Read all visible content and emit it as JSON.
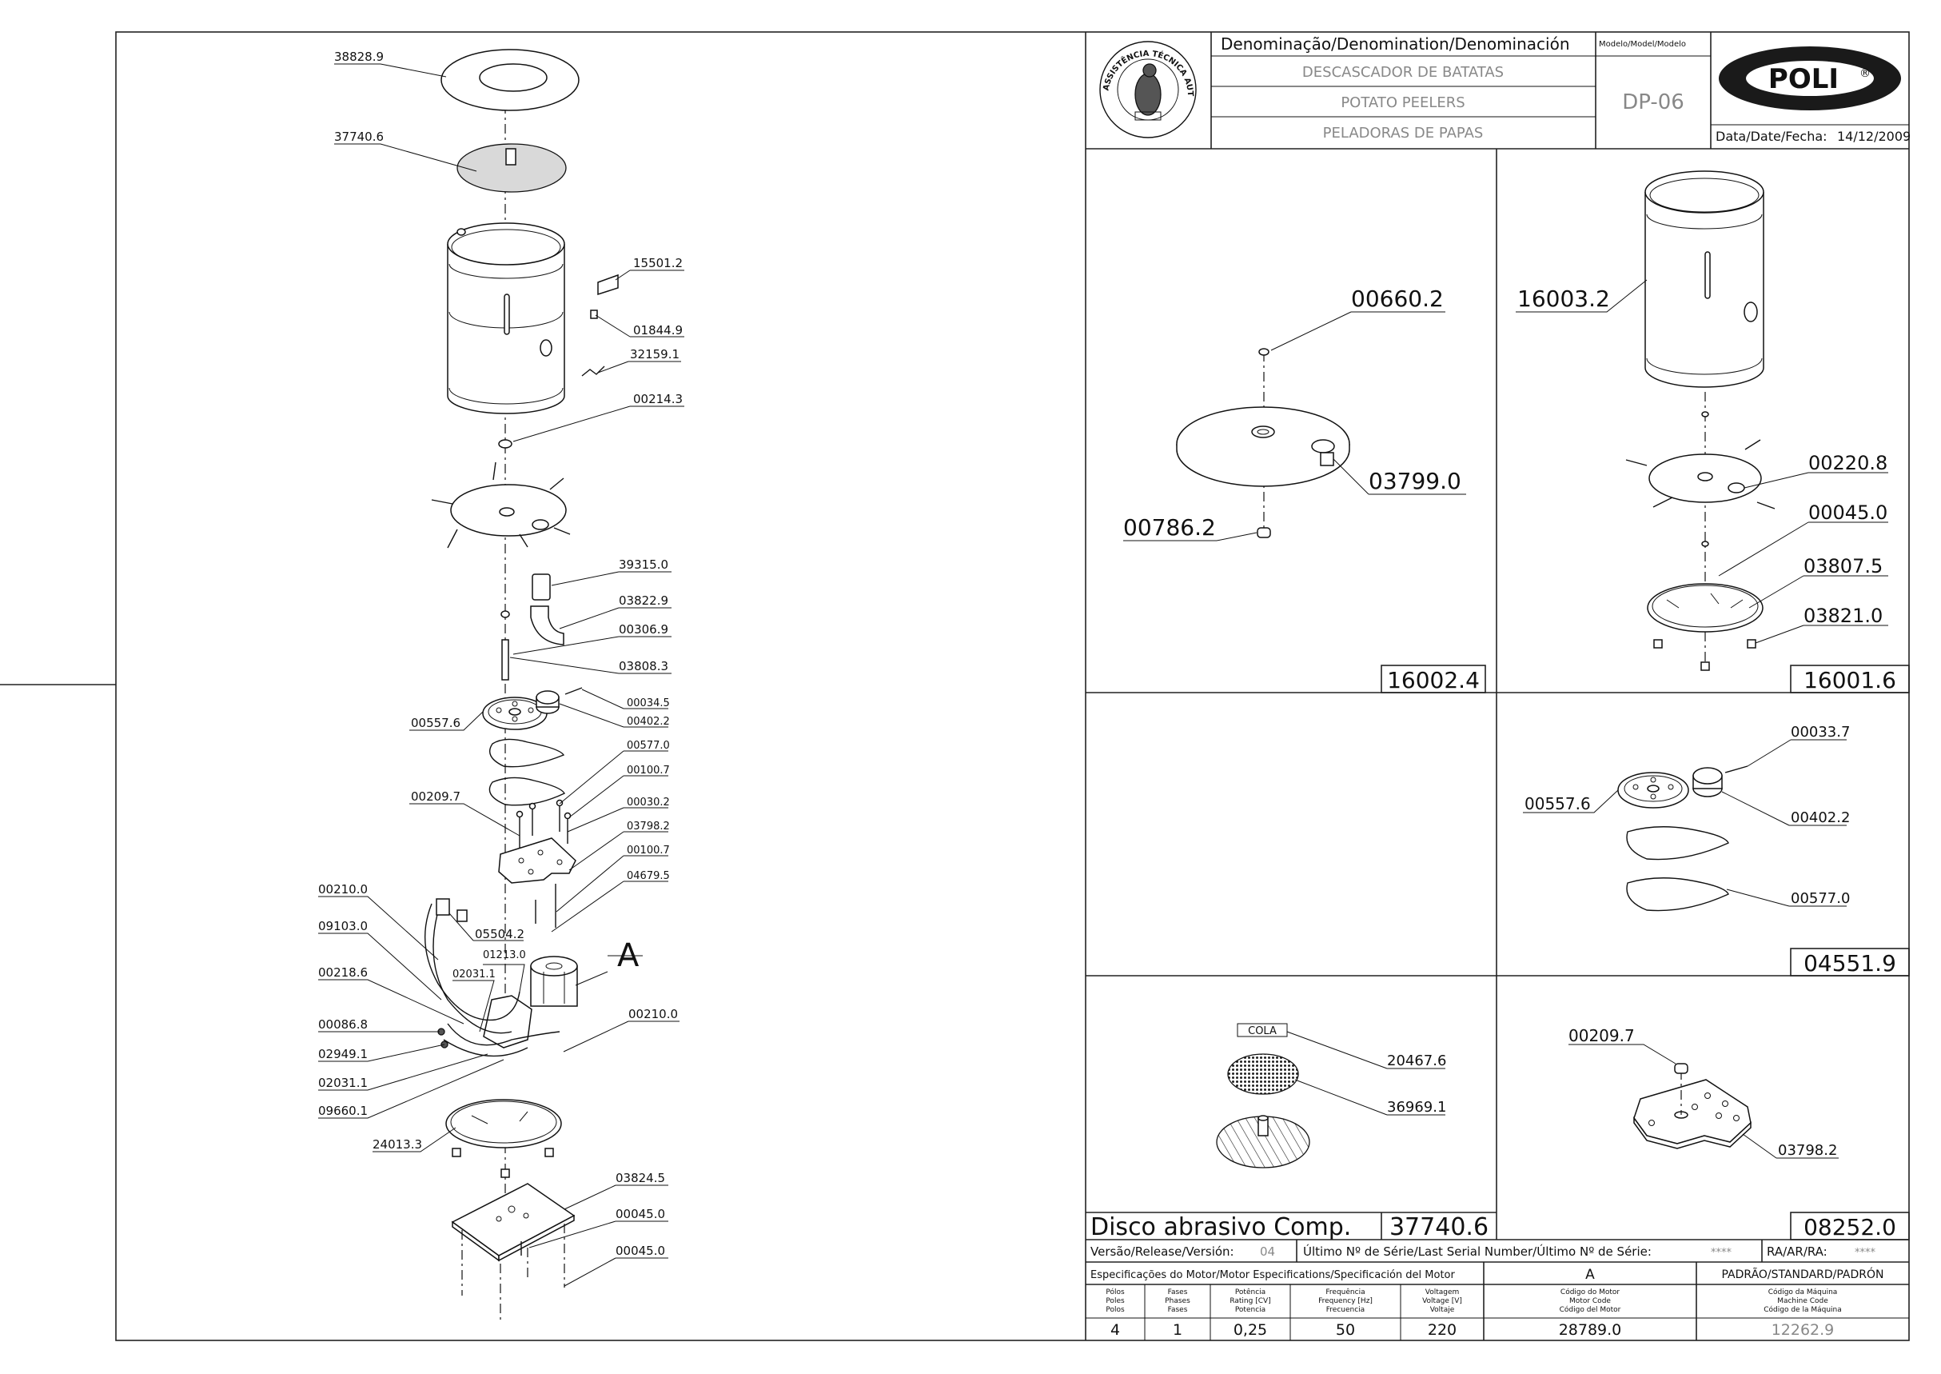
{
  "title_block": {
    "denomination_header": "Denominação/Denomination/Denominación",
    "model_header": "Modelo/Model/Modelo",
    "name_pt": "DESCASCADOR DE BATATAS",
    "name_en": "POTATO PEELERS",
    "name_es": "PELADORAS DE PAPAS",
    "model": "DP-06",
    "brand": "POLI",
    "brand_mark": "®",
    "date_label": "Data/Date/Fecha:",
    "date": "14/12/2009",
    "seal_text": "ASSISTÊNCIA TÉCNICA AUTORIZADA"
  },
  "main_callouts": [
    "38828.9",
    "37740.6",
    "15501.2",
    "01844.9",
    "32159.1",
    "00214.3",
    "39315.0",
    "03822.9",
    "00306.9",
    "03808.3",
    "00034.5",
    "00402.2",
    "00557.6",
    "00577.0",
    "00100.7",
    "00209.7",
    "00030.2",
    "03798.2",
    "00100.7",
    "04679.5",
    "00210.0",
    "09103.0",
    "05504.2",
    "01213.0",
    "02031.1",
    "00218.6",
    "00086.8",
    "02949.1",
    "02031.1",
    "09660.1",
    "24013.3",
    "00210.0",
    "03824.5",
    "00045.0",
    "00045.0"
  ],
  "view_a_label": "A",
  "panel_16002": {
    "code": "16002.4",
    "callouts": [
      "00660.2",
      "03799.0",
      "00786.2"
    ]
  },
  "panel_16001": {
    "code": "16001.6",
    "callouts": [
      "16003.2",
      "00220.8",
      "00045.0",
      "03807.5",
      "03821.0"
    ]
  },
  "panel_04551": {
    "code": "04551.9",
    "callouts": [
      "00033.7",
      "00557.6",
      "00402.2",
      "00577.0"
    ]
  },
  "panel_37740": {
    "title": "Disco abrasivo Comp.",
    "code": "37740.6",
    "cola": "COLA",
    "callouts": [
      "20467.6",
      "36969.1"
    ]
  },
  "panel_08252": {
    "code": "08252.0",
    "callouts": [
      "00209.7",
      "03798.2"
    ]
  },
  "footer": {
    "version_label": "Versão/Release/Versión:",
    "version": "04",
    "serial_label": "Último Nº de Série/Last Serial Number/Último Nº de Série:",
    "serial": "****",
    "ra_label": "RA/AR/RA:",
    "ra": "****",
    "motor_spec_label": "Especificações do Motor/Motor Especifications/Specificación del Motor",
    "motor_letter": "A",
    "standard_label": "PADRÃO/STANDARD/PADRÓN",
    "cols": [
      {
        "h1": "Pólos",
        "h2": "Poles",
        "h3": "Polos",
        "value": "4"
      },
      {
        "h1": "Fases",
        "h2": "Phases",
        "h3": "Fases",
        "value": "1"
      },
      {
        "h1": "Potência",
        "h2": "Rating [CV]",
        "h3": "Potencia",
        "value": "0,25"
      },
      {
        "h1": "Frequência",
        "h2": "Frequency [Hz]",
        "h3": "Frecuencia",
        "value": "50"
      },
      {
        "h1": "Voltagem",
        "h2": "Voltage [V]",
        "h3": "Voltaje",
        "value": "220"
      }
    ],
    "motor_code": {
      "h1": "Código do Motor",
      "h2": "Motor Code",
      "h3": "Código del Motor",
      "value": "28789.0"
    },
    "machine_code": {
      "h1": "Código da Máquina",
      "h2": "Machine Code",
      "h3": "Código de la Máquina",
      "value": "12262.9"
    }
  }
}
